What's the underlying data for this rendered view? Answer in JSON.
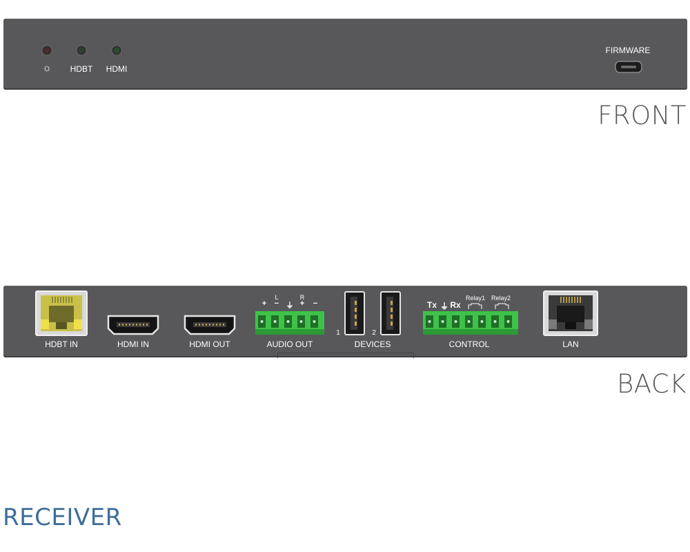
{
  "front": {
    "view_label": "FRONT",
    "led_power_symbol": "☼",
    "led_hdbt_label": "HDBT",
    "led_hdmi_label": "HDMI",
    "firmware_label": "FIRMWARE"
  },
  "back": {
    "view_label": "BACK",
    "ports": {
      "hdbt_in": "HDBT IN",
      "hdmi_in": "HDMI IN",
      "hdmi_out": "HDMI OUT",
      "audio_out": "AUDIO OUT",
      "devices": "DEVICES",
      "devices_port1": "1",
      "devices_port2": "2",
      "control": "CONTROL",
      "lan": "LAN"
    },
    "audio_terminals": [
      "+",
      "−",
      "⏚",
      "+",
      "−"
    ],
    "audio_channel_left": "L",
    "audio_channel_right": "R",
    "control_terminals": [
      "Tx",
      "⏚",
      "Rx"
    ],
    "relay1": "Relay1",
    "relay2": "Relay2"
  },
  "product_label": "RECEIVER",
  "colors": {
    "panel": "#58585a",
    "terminal_green": "#3ec24a",
    "product_blue": "#3e6e9b",
    "view_label": "#58585a"
  }
}
